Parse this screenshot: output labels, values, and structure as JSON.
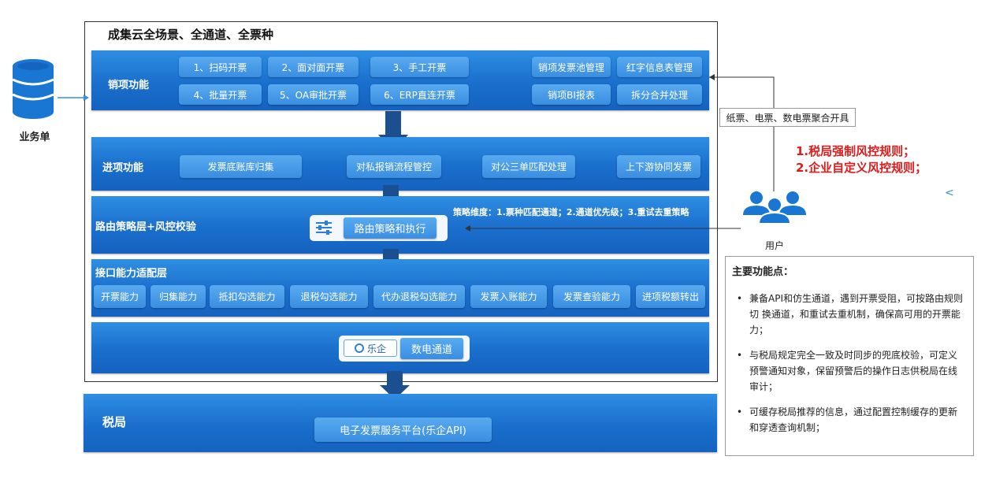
{
  "title": "成集云全场景、全通道、全票种",
  "left_source": {
    "label": "业务单",
    "icon": "database-icon"
  },
  "sales": {
    "label": "销项功能",
    "buttons_left": [
      "1、扫码开票",
      "2、面对面开票",
      "3、手工开票",
      "4、批量开票",
      "5、OA审批开票",
      "6、ERP直连开票"
    ],
    "buttons_right": [
      "销项发票池管理",
      "红字信息表管理",
      "销项BI报表",
      "拆分合并处理"
    ]
  },
  "purchase": {
    "label": "进项功能",
    "buttons": [
      "发票底账库归集",
      "对私报销流程管控",
      "对公三单匹配处理",
      "上下游协同发票"
    ]
  },
  "routing": {
    "label": "路由策略层+风控校验",
    "strategy_text": "策略维度：1.票种匹配通道；2.通道优先级；3.重试去重策略",
    "center_label": "路由策略和执行",
    "center_icon": "sliders-icon"
  },
  "interface": {
    "label": "接口能力适配层",
    "buttons": [
      "开票能力",
      "归集能力",
      "抵扣勾选能力",
      "退税勾选能力",
      "代办退税勾选能力",
      "发票入账能力",
      "发票查验能力",
      "进项税额转出"
    ]
  },
  "channel": {
    "brand": "乐企",
    "label": "数电通道"
  },
  "tax": {
    "label": "税局",
    "platform": "电子发票服务平台(乐企API)"
  },
  "paper_label": "纸票、电票、数电票聚合开具",
  "rules": [
    "1.税局强制风控规则；",
    "2.企业自定义风控规则；"
  ],
  "caret": "<",
  "user": {
    "label": "用户",
    "icon": "users-icon"
  },
  "features": {
    "title": "主要功能点：",
    "items": [
      "兼备API和仿生通道，遇到开票受阻，可按路由规则切 换通道，和重试去重机制，确保高可用的开票能力；",
      "与税局规定完全一致及时同步的兜底校验，可定义预警通知对象，保留预警后的操作日志供税局在线审计；",
      "可缓存税局推荐的信息，通过配置控制缓存的更新和穿透查询机制；"
    ]
  },
  "colors": {
    "accent": "#1a6fcc",
    "pill": "#3a8ee0",
    "rule_red": "#e01b1b",
    "arrow": "#1c4f8f"
  }
}
